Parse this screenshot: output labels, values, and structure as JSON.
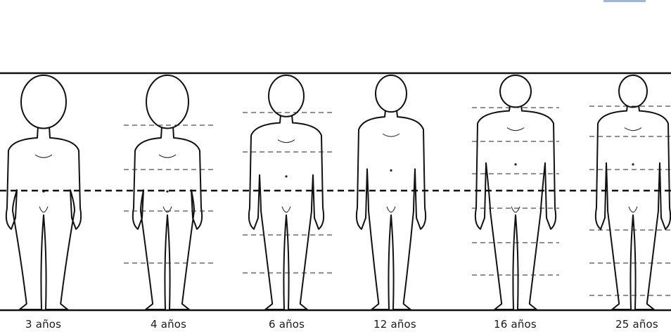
{
  "figures": [
    {
      "label": "3 años"
    },
    {
      "label": "4 años"
    },
    {
      "label": "6 años"
    },
    {
      "label": "12 años"
    },
    {
      "label": "16 años"
    },
    {
      "label": "25 años"
    }
  ]
}
